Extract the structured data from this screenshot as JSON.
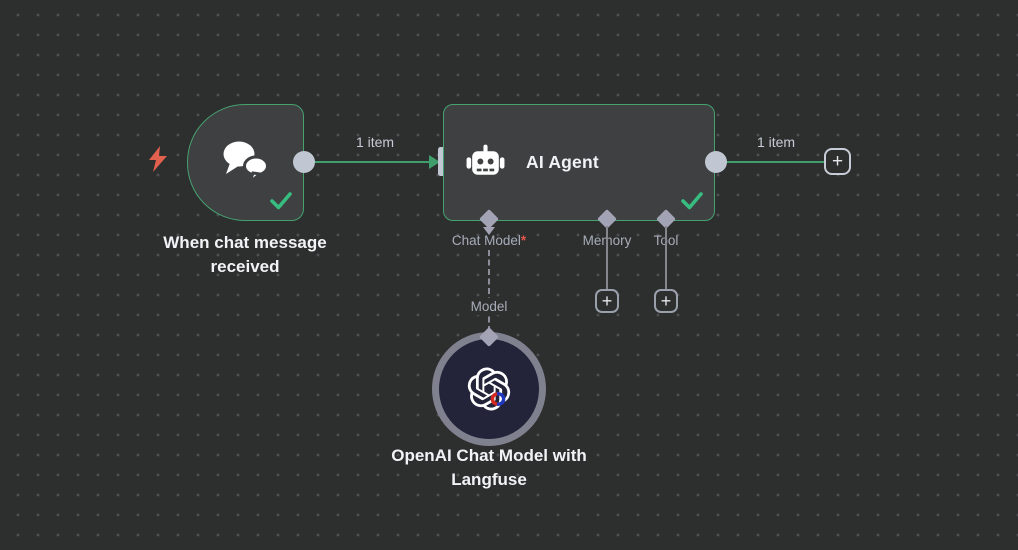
{
  "canvas": {
    "background_color": "#2d2e2e",
    "dot_color": "#4d4f51"
  },
  "colors": {
    "connection_green": "#3f9e6b",
    "node_border_green": "#45a26f",
    "success_check_green": "#38bd80",
    "trigger_bolt_red": "#e2604e",
    "required_marker_red": "#e4574d",
    "model_node_fill": "#232339",
    "handle_gray": "#c1c7d2",
    "port_diamond_gray": "#a2a4b6"
  },
  "nodes": {
    "trigger": {
      "label": "When chat message received",
      "icon": "chat-bubbles-icon",
      "status": "success"
    },
    "agent": {
      "title": "AI Agent",
      "icon": "robot-icon",
      "status": "success",
      "sub_inputs": [
        {
          "label": "Chat Model",
          "required_marker": "*"
        },
        {
          "label": "Memory",
          "required_marker": ""
        },
        {
          "label": "Tool",
          "required_marker": ""
        }
      ]
    },
    "model": {
      "label": "OpenAI Chat Model with Langfuse",
      "icon": "openai-logo-icon",
      "badge_icon": "langfuse-icon",
      "connection_label": "Model"
    }
  },
  "connections": {
    "trigger_to_agent": {
      "label": "1 item"
    },
    "agent_output": {
      "label": "1 item"
    }
  },
  "plus_button_label": "+"
}
